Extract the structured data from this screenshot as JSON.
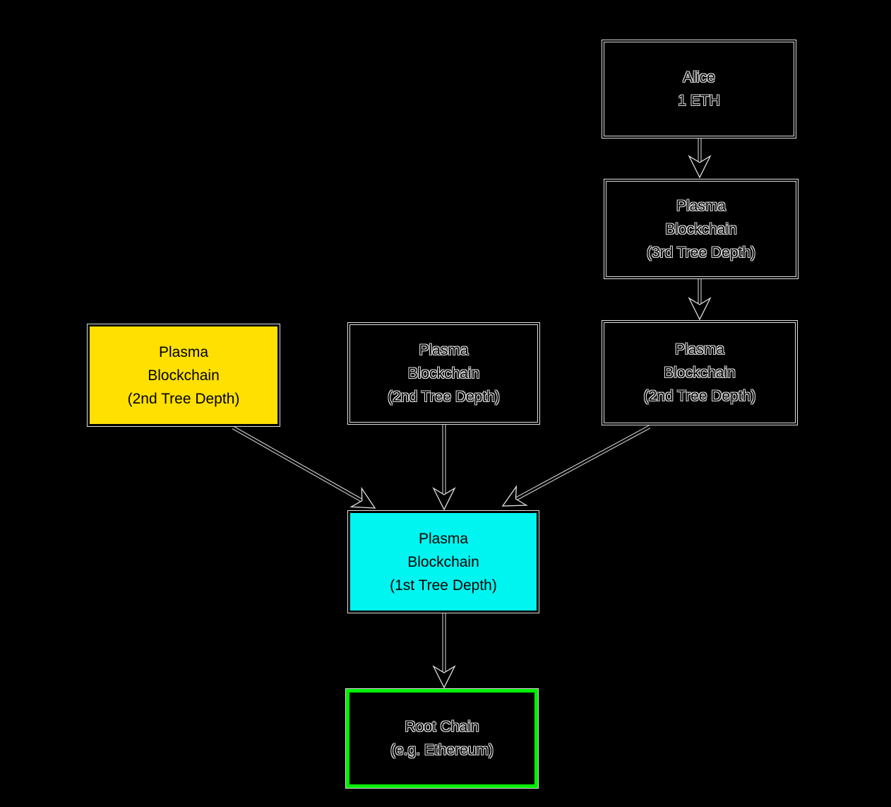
{
  "diagram": {
    "background": "#000000",
    "nodes": {
      "alice": {
        "lines": [
          "Alice",
          "1 ETH"
        ],
        "style": "black"
      },
      "plasma_3rd": {
        "lines": [
          "Plasma",
          "Blockchain",
          "(3rd Tree Depth)"
        ],
        "style": "black"
      },
      "plasma_2nd_left": {
        "lines": [
          "Plasma",
          "Blockchain",
          "(2nd Tree Depth)"
        ],
        "style": "yellow"
      },
      "plasma_2nd_mid": {
        "lines": [
          "Plasma",
          "Blockchain",
          "(2nd Tree Depth)"
        ],
        "style": "black"
      },
      "plasma_2nd_right": {
        "lines": [
          "Plasma",
          "Blockchain",
          "(2nd Tree Depth)"
        ],
        "style": "black"
      },
      "plasma_1st": {
        "lines": [
          "Plasma",
          "Blockchain",
          "(1st Tree Depth)"
        ],
        "style": "cyan"
      },
      "root_chain": {
        "lines": [
          "Root Chain",
          "(e.g. Ethereum)"
        ],
        "style": "green-border"
      }
    },
    "edges": [
      {
        "from": "alice",
        "to": "plasma_3rd"
      },
      {
        "from": "plasma_3rd",
        "to": "plasma_2nd_right"
      },
      {
        "from": "plasma_2nd_left",
        "to": "plasma_1st"
      },
      {
        "from": "plasma_2nd_mid",
        "to": "plasma_1st"
      },
      {
        "from": "plasma_2nd_right",
        "to": "plasma_1st"
      },
      {
        "from": "plasma_1st",
        "to": "root_chain"
      }
    ],
    "colors": {
      "highlight_yellow": "#FFE000",
      "highlight_cyan": "#00F5F0",
      "root_border_green": "#00EE00",
      "outline_white": "#E0E0E0"
    }
  }
}
